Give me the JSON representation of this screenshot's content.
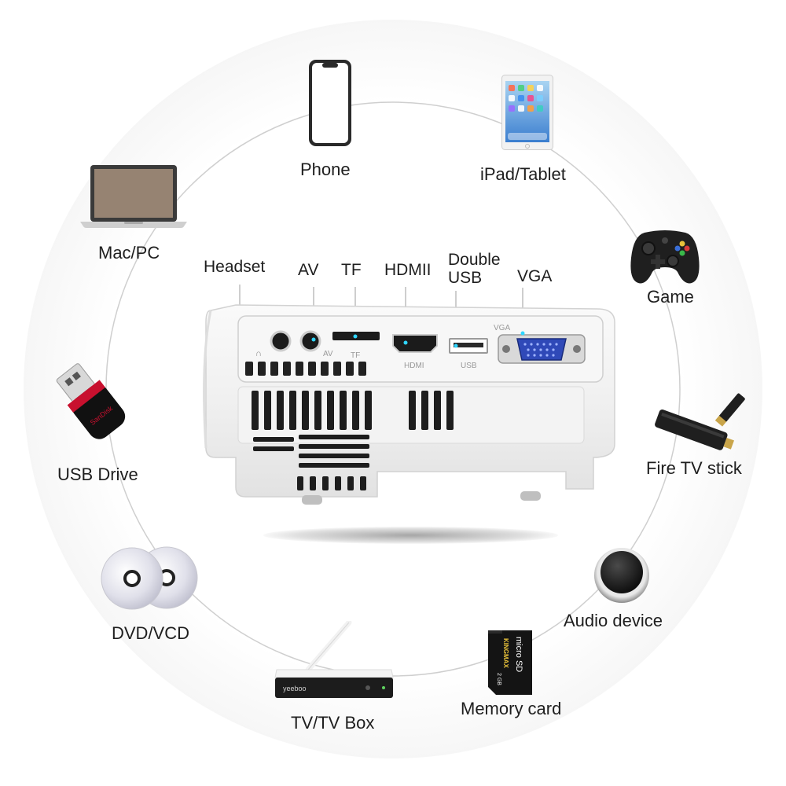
{
  "devices": {
    "phone": "Phone",
    "ipad": "iPad/Tablet",
    "mac_pc": "Mac/PC",
    "game": "Game",
    "usb_drive": "USB Drive",
    "fire_tv_stick": "Fire TV stick",
    "dvd_vcd": "DVD/VCD",
    "audio_device": "Audio device",
    "tv_box": "TV/TV Box",
    "memory_card": "Memory card"
  },
  "ports": {
    "headset": "Headset",
    "av": "AV",
    "tf": "TF",
    "hdmi": "HDMII",
    "double_usb_line1": "Double",
    "double_usb_line2": "USB",
    "vga": "VGA"
  },
  "projector_markings": {
    "av": "AV",
    "tf": "TF",
    "hdmi": "HDMI",
    "usb": "USB",
    "vga": "VGA"
  },
  "product_brands": {
    "usb_drive": "SanDisk",
    "tv_box": "yeeboo",
    "memory_card_brand": "KINGMAX",
    "memory_card_type": "micro SD",
    "memory_card_size": "2 GB"
  },
  "colors": {
    "ring": "#c8c8c8",
    "label_text": "#1e1e1e",
    "port_leader": "#b4b4b4",
    "vga_blue": "#2f49b8",
    "projector_body": "#f3f3f3"
  }
}
